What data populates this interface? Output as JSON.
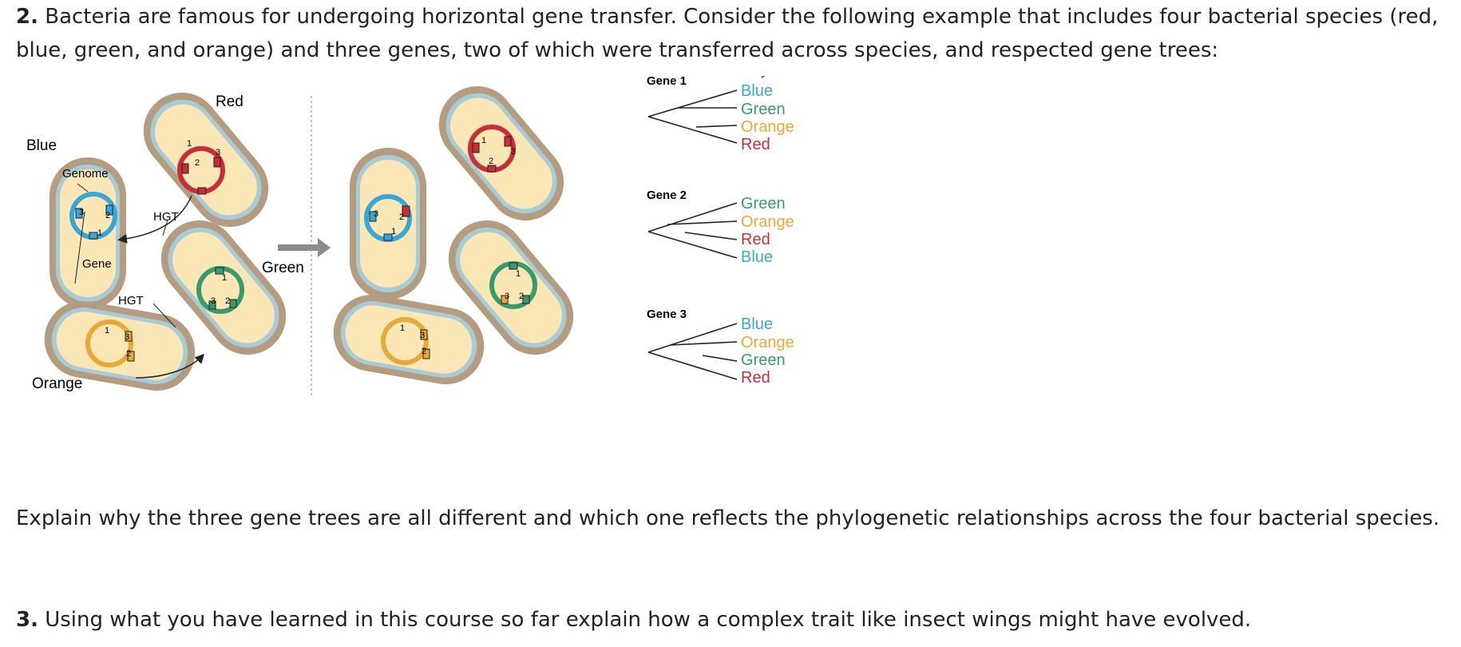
{
  "question2": {
    "number": "2.",
    "text": " Bacteria are famous for undergoing horizontal gene transfer. Consider the following example that includes four bacterial species (red, blue, green, and orange) and three genes, two of which were transferred across species, and respected gene trees:",
    "explain": "Explain why the three gene trees are all different and which one reflects the phylogenetic relationships across the four bacterial species."
  },
  "question3": {
    "number": "3.",
    "text": " Using what you have learned in this course so far explain how a complex trait like insect wings might have evolved."
  },
  "figure": {
    "species_labels": {
      "red": "Red",
      "blue": "Blue",
      "green": "Green",
      "orange": "Orange"
    },
    "annotations": {
      "genome": "Genome",
      "gene": "Gene",
      "hgt_top": "HGT",
      "hgt_bottom": "HGT"
    },
    "gene_numbers": {
      "one": "1",
      "two": "2",
      "three": "3"
    },
    "colors": {
      "red": "#c62f38",
      "blue": "#3aa6d8",
      "green": "#3a9a6e",
      "orange": "#e7a93a",
      "cell_outer": "#b49c80",
      "cell_mid": "#a9cbd6",
      "cell_inner": "#fbe6b6",
      "arrow": "#8c8c8c"
    },
    "trees": [
      {
        "title": "Gene 1",
        "leaves": [
          {
            "name": "Blue",
            "color": "#3aa6d8"
          },
          {
            "name": "Green",
            "color": "#3a9a6e"
          },
          {
            "name": "Orange",
            "color": "#e7a93a"
          },
          {
            "name": "Red",
            "color": "#c62f38"
          }
        ]
      },
      {
        "title": "Gene 2",
        "leaves": [
          {
            "name": "Green",
            "color": "#3a9a6e"
          },
          {
            "name": "Orange",
            "color": "#e7a93a"
          },
          {
            "name": "Red",
            "color": "#c62f38"
          },
          {
            "name": "Blue",
            "color": "#3aa6d8"
          }
        ]
      },
      {
        "title": "Gene 3",
        "leaves": [
          {
            "name": "Blue",
            "color": "#3aa6d8"
          },
          {
            "name": "Orange",
            "color": "#e7a93a"
          },
          {
            "name": "Green",
            "color": "#3a9a6e"
          },
          {
            "name": "Red",
            "color": "#c62f38"
          }
        ]
      }
    ]
  }
}
